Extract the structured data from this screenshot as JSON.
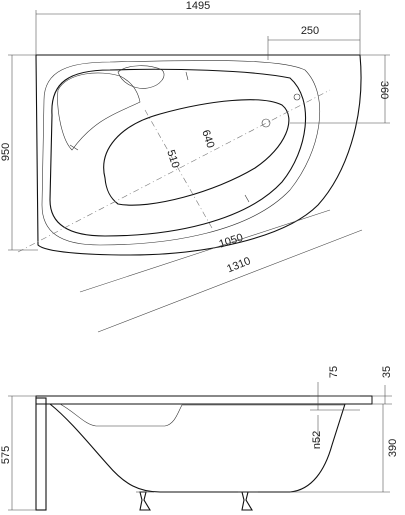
{
  "top_view": {
    "overall_width": "1495",
    "right_offset": "250",
    "depth": "950",
    "drain_offset": "360",
    "inner_width_diag": "640",
    "inner_length_diag": "510",
    "diag_inner": "1050",
    "diag_outer": "1310"
  },
  "side_view": {
    "rim_height": "75",
    "rim_top": "35",
    "overflow": "n52",
    "depth_inner": "390",
    "total_height": "575"
  }
}
